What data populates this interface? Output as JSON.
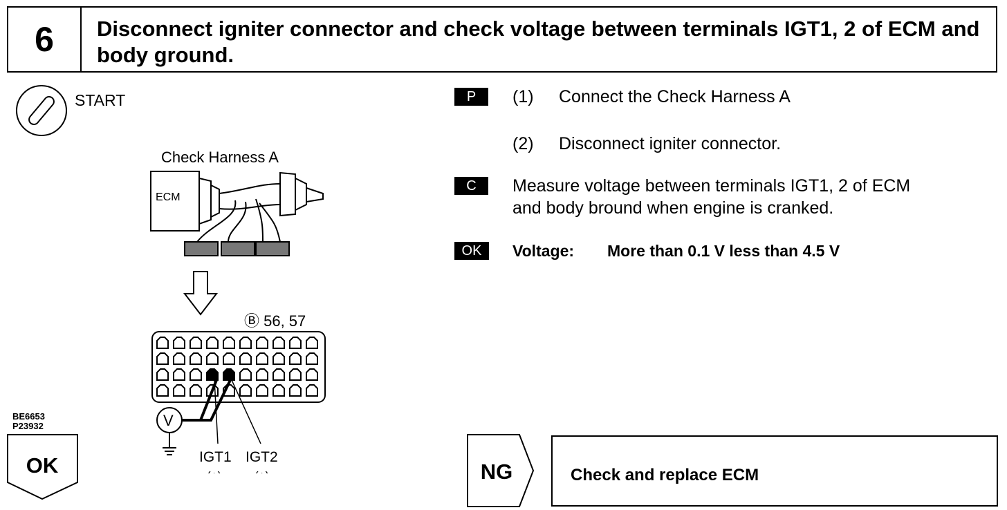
{
  "header": {
    "step_number": "6",
    "title": "Disconnect igniter connector and check voltage between terminals IGT1, 2 of ECM and body ground."
  },
  "left": {
    "start_label": "START",
    "harness_label": "Check Harness A",
    "ecm_label": "ECM",
    "connector_label": "Ⓑ 56, 57",
    "voltmeter_symbol": "V",
    "terminal1_label": "IGT1",
    "terminal1_polarity": "(+)",
    "terminal2_label": "IGT2",
    "terminal2_polarity": "(+)",
    "figure_codes": [
      "BE6653",
      "P23932"
    ],
    "ok_label": "OK"
  },
  "steps": {
    "prep_badge": "P",
    "prep_items": [
      {
        "num": "(1)",
        "text": "Connect the Check Harness A"
      },
      {
        "num": "(2)",
        "text": "Disconnect igniter connector."
      }
    ],
    "check_badge": "C",
    "check_text_line1": "Measure voltage between terminals IGT1, 2 of ECM",
    "check_text_line2": "and body bround when engine is cranked.",
    "ok_badge": "OK",
    "ok_label": "Voltage:",
    "ok_value": "More than 0.1 V less than 4.5 V"
  },
  "result": {
    "ng_label": "NG",
    "ng_action": "Check and replace ECM"
  }
}
